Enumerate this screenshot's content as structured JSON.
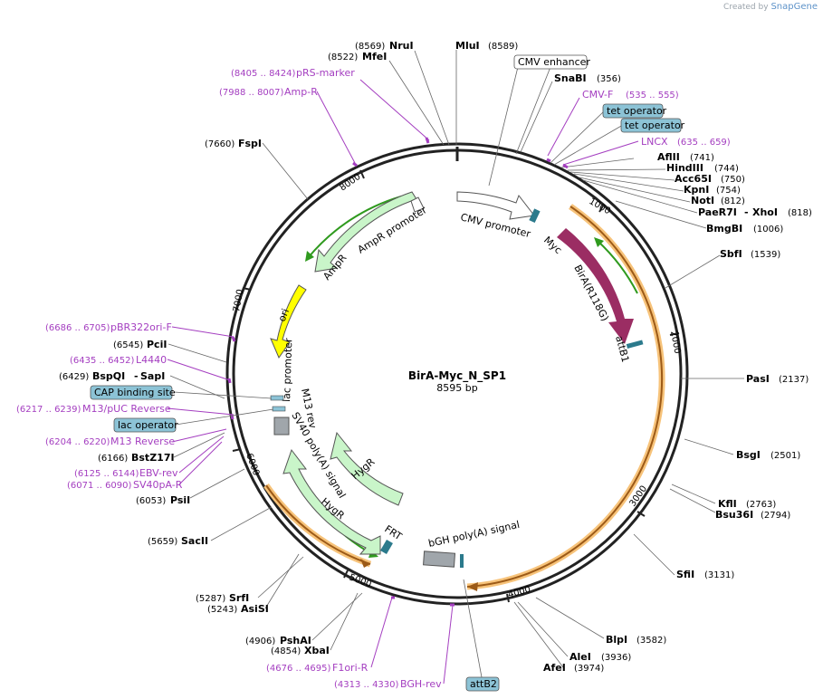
{
  "credit": {
    "prefix": "Created by",
    "brand": "SnapGene"
  },
  "plasmid": {
    "name": "BirA-Myc_N_SP1",
    "size": "8595 bp",
    "length": 8595
  },
  "ticks": [
    "1000",
    "2000",
    "3000",
    "4000",
    "5000",
    "6000",
    "7000",
    "8000"
  ],
  "sites": [
    {
      "name": "MluI",
      "pos": "(8589)"
    },
    {
      "name": "NruI",
      "pos": "(8569)"
    },
    {
      "name": "MfeI",
      "pos": "(8522)"
    },
    {
      "name": "SnaBI",
      "pos": "(356)"
    },
    {
      "name": "AflII",
      "pos": "(741)"
    },
    {
      "name": "HindIII",
      "pos": "(744)"
    },
    {
      "name": "Acc65I",
      "pos": "(750)"
    },
    {
      "name": "KpnI",
      "pos": "(754)"
    },
    {
      "name": "NotI",
      "pos": "(812)"
    },
    {
      "name": "PaeR7I",
      "pos": ""
    },
    {
      "name": "XhoI",
      "pos": "(818)"
    },
    {
      "name": "BmgBI",
      "pos": "(1006)"
    },
    {
      "name": "SbfI",
      "pos": "(1539)"
    },
    {
      "name": "PasI",
      "pos": "(2137)"
    },
    {
      "name": "BsgI",
      "pos": "(2501)"
    },
    {
      "name": "KflI",
      "pos": "(2763)"
    },
    {
      "name": "Bsu36I",
      "pos": "(2794)"
    },
    {
      "name": "SfiI",
      "pos": "(3131)"
    },
    {
      "name": "BlpI",
      "pos": "(3582)"
    },
    {
      "name": "AleI",
      "pos": "(3936)"
    },
    {
      "name": "AfeI",
      "pos": "(3974)"
    },
    {
      "name": "PshAI",
      "pos": "(4906)"
    },
    {
      "name": "XbaI",
      "pos": "(4854)"
    },
    {
      "name": "SrfI",
      "pos": "(5287)"
    },
    {
      "name": "AsiSI",
      "pos": "(5243)"
    },
    {
      "name": "SacII",
      "pos": "(5659)"
    },
    {
      "name": "PsiI",
      "pos": "(6053)"
    },
    {
      "name": "BstZ17I",
      "pos": "(6166)"
    },
    {
      "name": "BspQI",
      "pos": "(6429)"
    },
    {
      "name": "SapI",
      "pos": ""
    },
    {
      "name": "PciI",
      "pos": "(6545)"
    },
    {
      "name": "FspI",
      "pos": "(7660)"
    }
  ],
  "primers": [
    {
      "name": "pRS-marker",
      "pos": "(8405 .. 8424)"
    },
    {
      "name": "Amp-R",
      "pos": "(7988 .. 8007)"
    },
    {
      "name": "CMV-F",
      "pos": "(535 .. 555)"
    },
    {
      "name": "LNCX",
      "pos": "(635 .. 659)"
    },
    {
      "name": "pBR322ori-F",
      "pos": "(6686 .. 6705)"
    },
    {
      "name": "L4440",
      "pos": "(6435 .. 6452)"
    },
    {
      "name": "M13/pUC Reverse",
      "pos": "(6217 .. 6239)"
    },
    {
      "name": "M13 Reverse",
      "pos": "(6204 .. 6220)"
    },
    {
      "name": "EBV-rev",
      "pos": "(6125 .. 6144)"
    },
    {
      "name": "SV40pA-R",
      "pos": "(6071 .. 6090)"
    },
    {
      "name": "F1ori-R",
      "pos": "(4676 .. 4695)"
    },
    {
      "name": "BGH-rev",
      "pos": "(4313 .. 4330)"
    }
  ],
  "boxes": [
    {
      "name": "CMV enhancer",
      "style": "white"
    },
    {
      "name": "tet operator",
      "style": "blue"
    },
    {
      "name": "tet operator",
      "style": "blue"
    },
    {
      "name": "CAP binding site",
      "style": "blue"
    },
    {
      "name": "lac operator",
      "style": "blue"
    },
    {
      "name": "attB2",
      "style": "blue"
    }
  ],
  "features": [
    {
      "name": "CMV promoter"
    },
    {
      "name": "Myc"
    },
    {
      "name": "BirA(R118G)"
    },
    {
      "name": "attB1"
    },
    {
      "name": "bGH poly(A) signal"
    },
    {
      "name": "FRT"
    },
    {
      "name": "HygR"
    },
    {
      "name": "HygR"
    },
    {
      "name": "SV40 poly(A) signal"
    },
    {
      "name": "M13 rev"
    },
    {
      "name": "lac promoter"
    },
    {
      "name": "ori"
    },
    {
      "name": "AmpR"
    },
    {
      "name": "AmpR promoter"
    }
  ],
  "colors": {
    "ring": "#222222",
    "primer": "#a43ec0",
    "bira": "#9b2d63",
    "hygr_fill": "#c9f5c9",
    "ori": "#ffff00",
    "box_blue": "#8cc3d6",
    "orange_band": "#f7c37a",
    "green_line": "#2f9a1e"
  }
}
